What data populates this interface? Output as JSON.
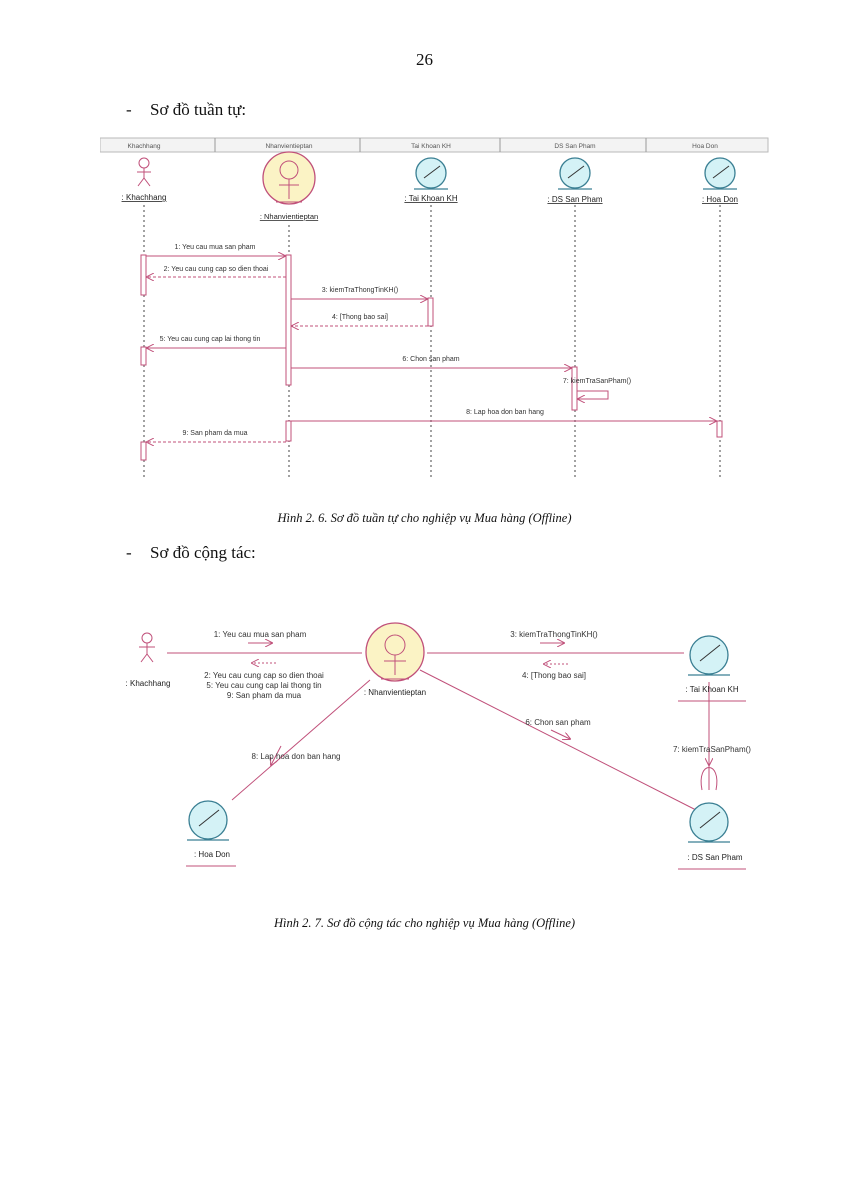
{
  "page_number": "26",
  "section1": {
    "dash": "-",
    "heading": "Sơ đồ tuần tự:"
  },
  "sequence": {
    "header_tabs": [
      "Khachhang",
      "Nhanvientieptan",
      "Tai Khoan KH",
      "DS San Pham",
      "Hoa Don"
    ],
    "participants": [
      {
        "id": "kh",
        "label": ": Khachhang",
        "kind": "actor"
      },
      {
        "id": "nv",
        "label": ": Nhanvientieptan",
        "kind": "control"
      },
      {
        "id": "tk",
        "label": ": Tai Khoan KH",
        "kind": "entity"
      },
      {
        "id": "sp",
        "label": ": DS San Pham",
        "kind": "entity"
      },
      {
        "id": "hd",
        "label": ": Hoa Don",
        "kind": "entity"
      }
    ],
    "messages": [
      {
        "label": "1: Yeu cau mua san pham",
        "from": "kh",
        "to": "nv",
        "kind": "call"
      },
      {
        "label": "2: Yeu cau cung cap so dien thoai",
        "from": "nv",
        "to": "kh",
        "kind": "return"
      },
      {
        "label": "3: kiemTraThongTinKH()",
        "from": "nv",
        "to": "tk",
        "kind": "call"
      },
      {
        "label": "4: [Thong bao sai]",
        "from": "tk",
        "to": "nv",
        "kind": "return"
      },
      {
        "label": "5: Yeu cau cung cap lai thong tin",
        "from": "nv",
        "to": "kh",
        "kind": "call"
      },
      {
        "label": "6: Chon san pham",
        "from": "nv",
        "to": "sp",
        "kind": "call"
      },
      {
        "label": "7: kiemTraSanPham()",
        "from": "sp",
        "to": "sp",
        "kind": "self"
      },
      {
        "label": "8: Lap hoa don ban hang",
        "from": "nv",
        "to": "hd",
        "kind": "call"
      },
      {
        "label": "9: San pham da mua",
        "from": "nv",
        "to": "kh",
        "kind": "return"
      }
    ]
  },
  "caption1": "Hình 2. 6. Sơ đồ tuần tự cho nghiệp vụ Mua hàng (Offline)",
  "section2": {
    "dash": "-",
    "heading": "Sơ đồ cộng tác:"
  },
  "collaboration": {
    "objects": {
      "kh": ": Khachhang",
      "nv": ": Nhanvientieptan",
      "tk": ": Tai Khoan KH",
      "sp": ": DS San Pham",
      "hd": ": Hoa Don"
    },
    "messages": {
      "m1": "1: Yeu cau mua san pham",
      "m2": "2: Yeu cau cung cap so dien thoai",
      "m5": "5: Yeu cau cung cap lai thong tin",
      "m9": "9: San pham da mua",
      "m3": "3: kiemTraThongTinKH()",
      "m4": "4: [Thong bao sai]",
      "m6": "6: Chon san pham",
      "m7": "7: kiemTraSanPham()",
      "m8": "8: Lap hoa don ban hang"
    }
  },
  "caption2": "Hình 2. 7. Sơ đồ cộng tác cho nghiệp vụ Mua hàng (Offline)",
  "colors": {
    "uml_line": "#c0507a",
    "entity_fill": "#d4f2f6",
    "control_fill": "#fbf3c5",
    "tab_bg": "#f3f3f3"
  }
}
